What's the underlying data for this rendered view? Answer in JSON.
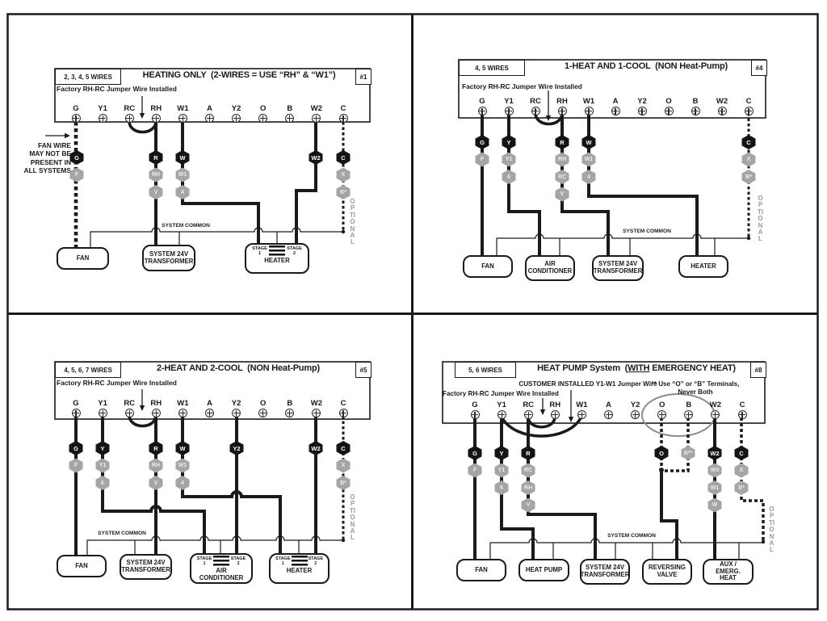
{
  "terminals": [
    "G",
    "Y1",
    "RC",
    "RH",
    "W1",
    "A",
    "Y2",
    "O",
    "B",
    "W2",
    "C"
  ],
  "shared": {
    "system_common": "SYSTEM COMMON",
    "optional": "OPTIONAL",
    "factory_jumper": "Factory RH-RC Jumper Wire Installed"
  },
  "d1": {
    "wires_label": "2, 3, 4, 5 WIRES",
    "num": "#1",
    "title": "HEATING ONLY  (2-WIRES = USE “RH” & “W1”)",
    "fan_note_lines": [
      "FAN WIRE",
      "MAY NOT BE",
      "PRESENT IN",
      "ALL SYSTEMS"
    ],
    "tags": {
      "g": [
        {
          "t": "G",
          "k": "b"
        },
        {
          "t": "F",
          "k": "g"
        }
      ],
      "rh": [
        {
          "t": "R",
          "k": "b"
        },
        {
          "t": "RH",
          "k": "g"
        },
        {
          "t": "V",
          "k": "g"
        }
      ],
      "w1": [
        {
          "t": "W",
          "k": "b"
        },
        {
          "t": "W1",
          "k": "g"
        },
        {
          "t": "4",
          "k": "g"
        }
      ],
      "w2": [
        {
          "t": "W2",
          "k": "b"
        }
      ],
      "c": [
        {
          "t": "C",
          "k": "b"
        },
        {
          "t": "X",
          "k": "g"
        },
        {
          "t": "B*",
          "k": "g"
        }
      ]
    },
    "dev": {
      "fan": "FAN",
      "xfmr": "SYSTEM 24V TRANSFORMER",
      "heater": "HEATER",
      "stage1": "STAGE 1",
      "stage2": "STAGE 2"
    }
  },
  "d4": {
    "wires_label": "4, 5 WIRES",
    "num": "#4",
    "title": "1-HEAT AND 1-COOL  (NON Heat-Pump)",
    "tags": {
      "g": [
        {
          "t": "G",
          "k": "b"
        },
        {
          "t": "F",
          "k": "g"
        }
      ],
      "y1": [
        {
          "t": "Y",
          "k": "b"
        },
        {
          "t": "Y1",
          "k": "g"
        },
        {
          "t": "6",
          "k": "g"
        }
      ],
      "rh": [
        {
          "t": "R",
          "k": "b"
        },
        {
          "t": "RH",
          "k": "g"
        },
        {
          "t": "RC",
          "k": "g"
        },
        {
          "t": "V",
          "k": "g"
        }
      ],
      "w1": [
        {
          "t": "W",
          "k": "b"
        },
        {
          "t": "W1",
          "k": "g"
        },
        {
          "t": "4",
          "k": "g"
        }
      ],
      "c": [
        {
          "t": "C",
          "k": "b"
        },
        {
          "t": "X",
          "k": "g"
        },
        {
          "t": "B*",
          "k": "g"
        }
      ]
    },
    "dev": {
      "fan": "FAN",
      "ac": "AIR CONDITIONER",
      "xfmr": "SYSTEM 24V TRANSFORMER",
      "heater": "HEATER"
    }
  },
  "d5": {
    "wires_label": "4, 5, 6, 7 WIRES",
    "num": "#5",
    "title": "2-HEAT AND 2-COOL  (NON Heat-Pump)",
    "tags": {
      "g": [
        {
          "t": "G",
          "k": "b"
        },
        {
          "t": "F",
          "k": "g"
        }
      ],
      "y1": [
        {
          "t": "Y",
          "k": "b"
        },
        {
          "t": "Y1",
          "k": "g"
        },
        {
          "t": "6",
          "k": "g"
        }
      ],
      "rh": [
        {
          "t": "R",
          "k": "b"
        },
        {
          "t": "RH",
          "k": "g"
        },
        {
          "t": "V",
          "k": "g"
        }
      ],
      "w1": [
        {
          "t": "W",
          "k": "b"
        },
        {
          "t": "W1",
          "k": "g"
        },
        {
          "t": "4",
          "k": "g"
        }
      ],
      "y2": [
        {
          "t": "Y2",
          "k": "b"
        }
      ],
      "w2": [
        {
          "t": "W2",
          "k": "b"
        }
      ],
      "c": [
        {
          "t": "C",
          "k": "b"
        },
        {
          "t": "X",
          "k": "g"
        },
        {
          "t": "B*",
          "k": "g"
        }
      ]
    },
    "dev": {
      "fan": "FAN",
      "xfmr": "SYSTEM 24V TRANSFORMER",
      "ac": "AIR CONDITIONER",
      "heater": "HEATER",
      "stage1": "STAGE 1",
      "stage2": "STAGE 2"
    }
  },
  "d8": {
    "wires_label": "5, 6 WIRES",
    "num": "#8",
    "title_pre": "HEAT PUMP System  (",
    "title_underline": "WITH",
    "title_post": " EMERGENCY HEAT)",
    "customer_jumper": "CUSTOMER INSTALLED Y1-W1 Jumper Wire",
    "ob_note_line1": "** Use “O” or “B” Terminals,",
    "ob_note_line2": "Never Both",
    "tags": {
      "g": [
        {
          "t": "G",
          "k": "b"
        },
        {
          "t": "F",
          "k": "g"
        }
      ],
      "y1": [
        {
          "t": "Y",
          "k": "b"
        },
        {
          "t": "Y1",
          "k": "g"
        },
        {
          "t": "6",
          "k": "g"
        }
      ],
      "rc": [
        {
          "t": "R",
          "k": "b"
        },
        {
          "t": "RC",
          "k": "g"
        },
        {
          "t": "RH",
          "k": "g"
        },
        {
          "t": "V",
          "k": "g"
        }
      ],
      "o": [
        {
          "t": "O",
          "k": "b"
        }
      ],
      "b": [
        {
          "t": "B**",
          "k": "g"
        }
      ],
      "w2": [
        {
          "t": "W2",
          "k": "b"
        },
        {
          "t": "W3",
          "k": "g"
        },
        {
          "t": "W1",
          "k": "g"
        },
        {
          "t": "W",
          "k": "g"
        }
      ],
      "c": [
        {
          "t": "C",
          "k": "b"
        },
        {
          "t": "X",
          "k": "g"
        },
        {
          "t": "B*",
          "k": "g"
        }
      ]
    },
    "dev": {
      "fan": "FAN",
      "hp": "HEAT PUMP",
      "xfmr": "SYSTEM 24V TRANSFORMER",
      "rv": "REVERSING VALVE",
      "aux": "AUX / EMERG. HEAT"
    }
  }
}
